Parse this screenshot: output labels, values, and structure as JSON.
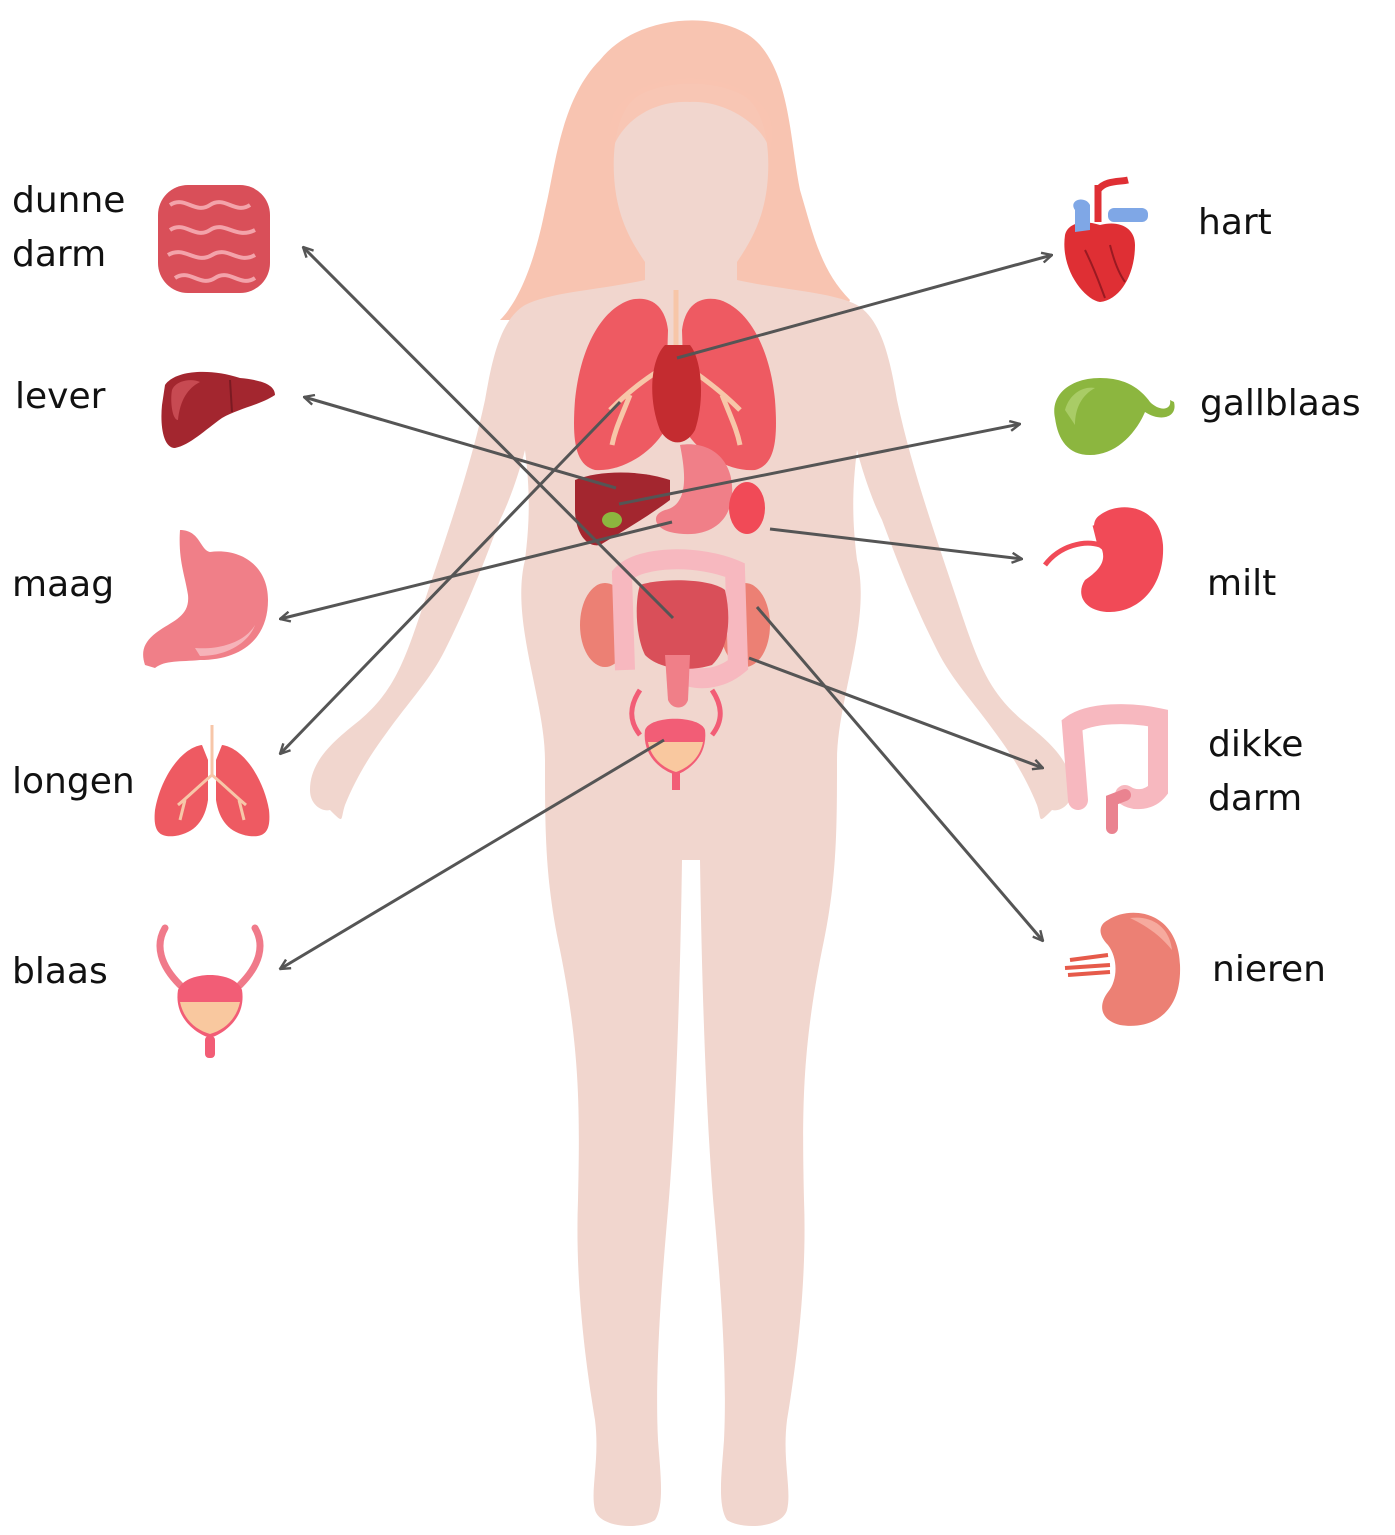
{
  "labels": {
    "dunne_darm": [
      "dunne",
      "darm"
    ],
    "lever": "lever",
    "maag": "maag",
    "longen": "longen",
    "blaas": "blaas",
    "hart": "hart",
    "gallblaas": "gallblaas",
    "milt": "milt",
    "dikke_darm": [
      "dikke",
      "darm"
    ],
    "nieren": "nieren"
  },
  "colors": {
    "body": "#f1d6ce",
    "hair": "#f8c4b1",
    "arrow": "#555555",
    "lung": "#ee5a62",
    "liver": "#a3262f",
    "stomach": "#f07f88",
    "small_intestine": "#d94f59",
    "large_intestine": "#f7b8bf",
    "kidney": "#ec8074",
    "spleen": "#f14a57",
    "gallbladder": "#8cb63f",
    "heart": "#df2f34",
    "bladder": "#f25d76",
    "bladder_urine": "#f9c89f"
  },
  "icons": [
    "small-intestine-icon",
    "liver-icon",
    "stomach-icon",
    "lungs-icon",
    "bladder-icon",
    "heart-icon",
    "gallbladder-icon",
    "spleen-icon",
    "large-intestine-icon",
    "kidney-icon",
    "female-body-silhouette"
  ]
}
